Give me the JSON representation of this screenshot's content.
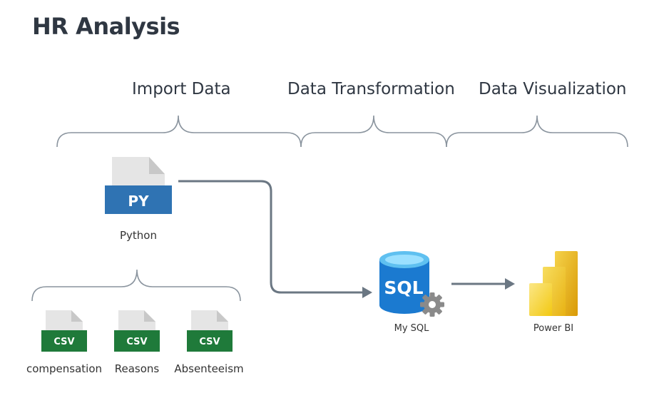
{
  "title": "HR Analysis",
  "stages": [
    {
      "label": "Import Data"
    },
    {
      "label": "Data Transformation"
    },
    {
      "label": "Data Visualization"
    }
  ],
  "python": {
    "badge": "PY",
    "label": "Python",
    "icon": "python-file-icon"
  },
  "csv_files": [
    {
      "badge": "CSV",
      "label": "compensation"
    },
    {
      "badge": "CSV",
      "label": "Reasons"
    },
    {
      "badge": "CSV",
      "label": "Absenteeism"
    }
  ],
  "mysql": {
    "badge": "SQL",
    "label": "My SQL",
    "icon": "sql-database-icon"
  },
  "powerbi": {
    "label": "Power BI",
    "icon": "power-bi-icon"
  },
  "colors": {
    "title": "#2f3742",
    "brace": "#8a949e",
    "arrow": "#6b7783",
    "python_blue": "#2f73b3",
    "csv_green": "#1f7a3a",
    "sql_blue": "#1b7ad0",
    "powerbi_yellow": "#f2c811"
  }
}
